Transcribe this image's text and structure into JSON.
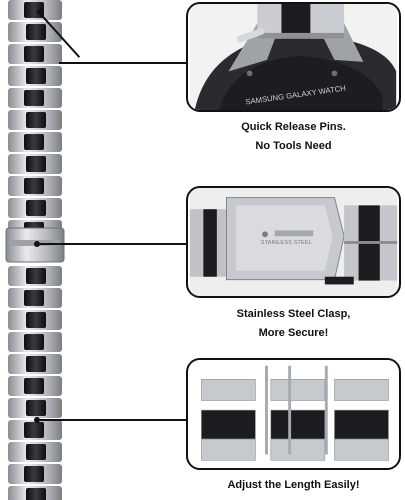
{
  "image": {
    "description_alt": "Steel watch band product image with three callouts"
  },
  "callouts": [
    {
      "id": "pins",
      "icon": "watch-pins-closeup",
      "engraving": "SAMSUNG GALAXY WATCH",
      "caption_line1": "Quick Release Pins.",
      "caption_line2": "No Tools Need"
    },
    {
      "id": "clasp",
      "icon": "butterfly-clasp-closeup",
      "engraving": "STAINLESS STEEL",
      "caption_line1": "Stainless Steel Clasp,",
      "caption_line2": "More Secure!"
    },
    {
      "id": "length",
      "icon": "link-removal-diagram",
      "caption_line1": "Adjust the Length Easily!"
    }
  ],
  "colors": {
    "frame": "#111111",
    "steel": "#c7cacd",
    "black_link": "#1b1c1f"
  }
}
